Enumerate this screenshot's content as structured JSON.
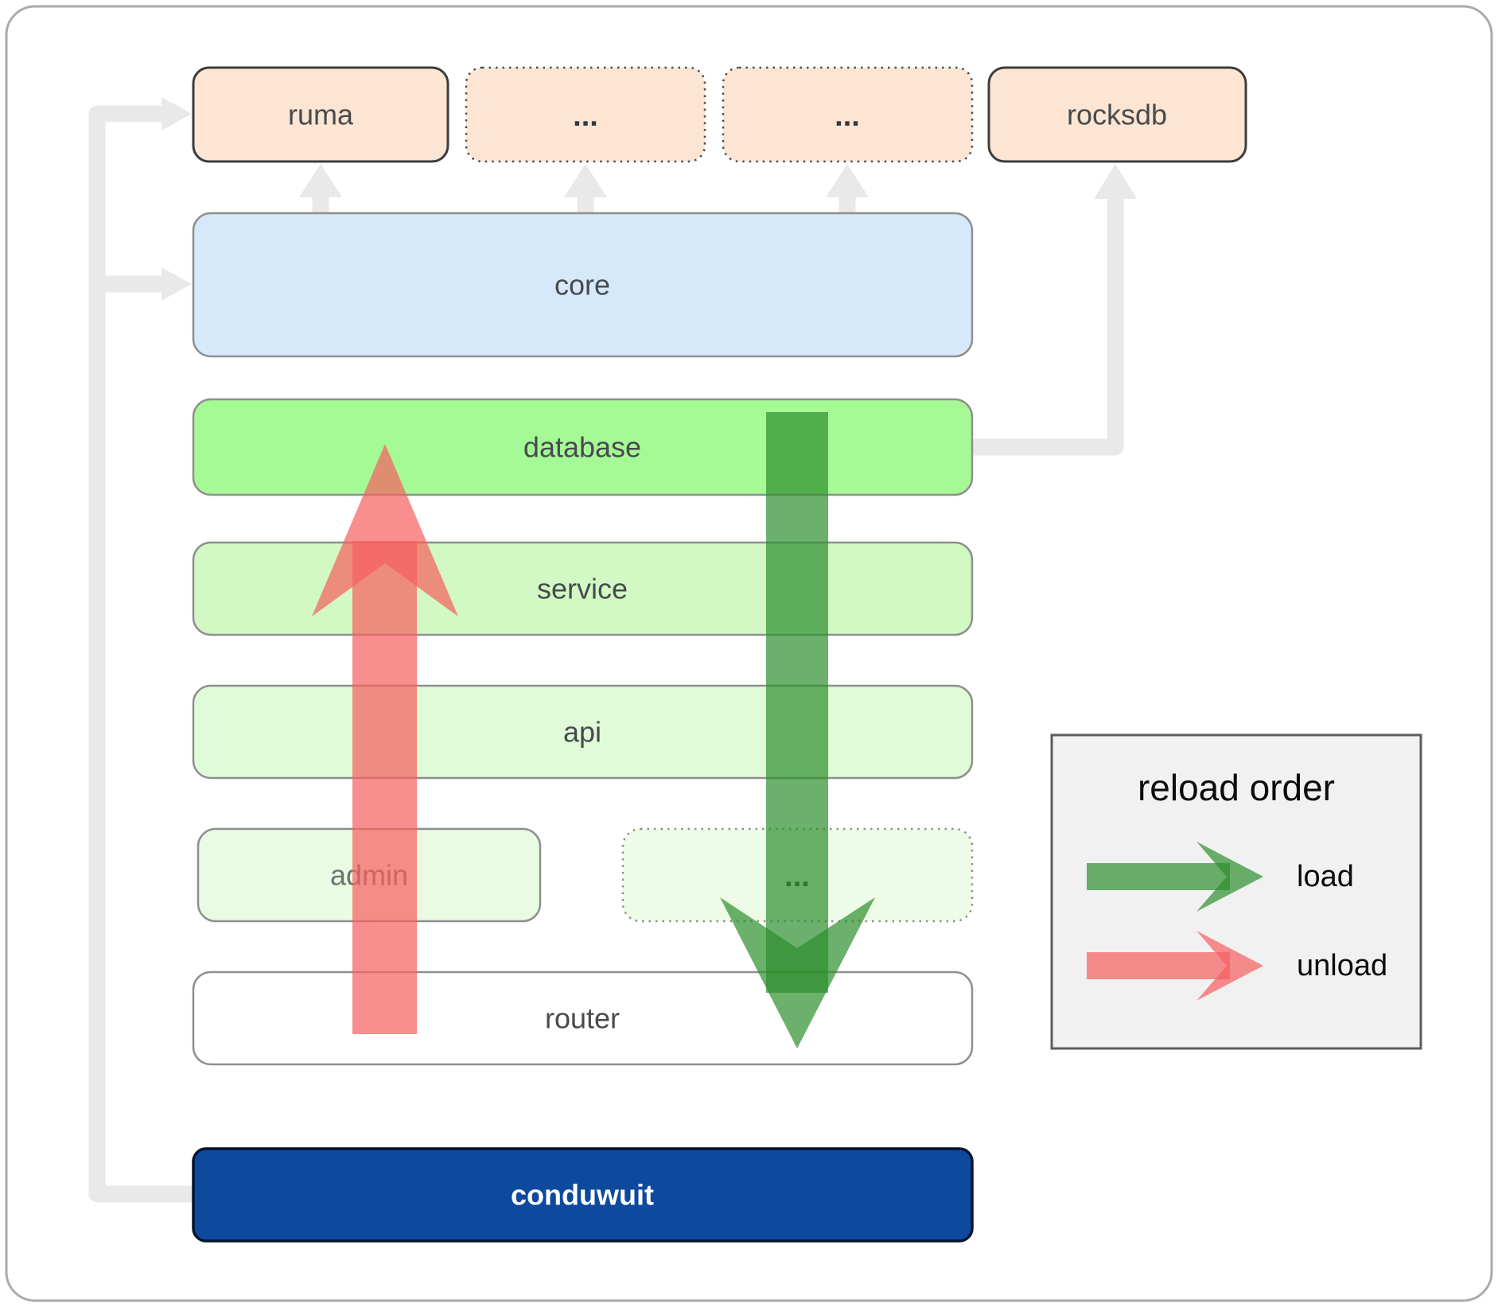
{
  "nodes": {
    "ruma": {
      "label": "ruma"
    },
    "ext1": {
      "label": "..."
    },
    "ext2": {
      "label": "..."
    },
    "rocksdb": {
      "label": "rocksdb"
    },
    "core": {
      "label": "core"
    },
    "database": {
      "label": "database"
    },
    "service": {
      "label": "service"
    },
    "api": {
      "label": "api"
    },
    "admin": {
      "label": "admin"
    },
    "admin_ext": {
      "label": "..."
    },
    "router": {
      "label": "router"
    },
    "conduwuit": {
      "label": "conduwuit"
    }
  },
  "legend": {
    "title": "reload order",
    "entries": [
      {
        "label": "load"
      },
      {
        "label": "unload"
      }
    ]
  },
  "colors": {
    "canvas_bg": "#ffffff",
    "canvas_border": "#ababab",
    "peach_fill": "#fde5d3",
    "dark_border": "#3d3d3d",
    "gray_border": "#8f8f8f",
    "dotted_border": "#4a4a4a",
    "core_fill": "#d6e9fb",
    "database_fill": "#a5fa96",
    "service_fill": "#d2f8c4",
    "api_fill": "#e0fbd8",
    "admin_fill": "#e9fbe2",
    "admin_ext_fill": "#edfce7",
    "router_fill": "#ffffff",
    "conduwuit_fill": "#0d4a9e",
    "conduwuit_border": "#05142e",
    "conduwuit_text": "#ffffff",
    "label_color": "#474b4d",
    "admin_label_color": "#6e7370",
    "dots_color": "#343a40",
    "connector_gray": "#e9e9e9",
    "legend_bg": "#f1f1f1",
    "legend_border": "#5c5c5c",
    "legend_text": "#0c0c0c",
    "load_green": "#2c8e2c",
    "unload_red": "#f75e5e"
  }
}
